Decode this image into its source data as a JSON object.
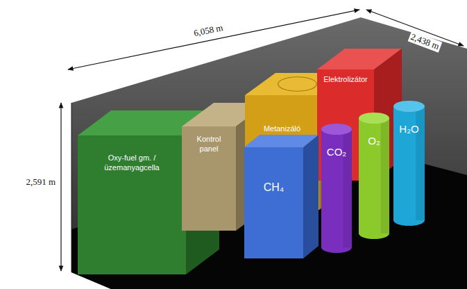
{
  "diagram": {
    "nodes": [
      {
        "text": [
          "Oxy-fuel gm. /üzemanyagcella"
        ]
      },
      {
        "text": [
          "Kontrol panel"
        ]
      },
      {
        "text": [
          "Metanizáló"
        ]
      },
      {
        "text": [
          "Elektrolizátor"
        ]
      },
      {
        "text": [
          "CH₄"
        ]
      },
      {
        "text": [
          "CO₂"
        ]
      },
      {
        "text": [
          "O₂"
        ]
      },
      {
        "text": [
          "H₂O"
        ]
      }
    ],
    "labels": [
      "6,058 m",
      "2,438 m",
      "2,591 m"
    ]
  }
}
